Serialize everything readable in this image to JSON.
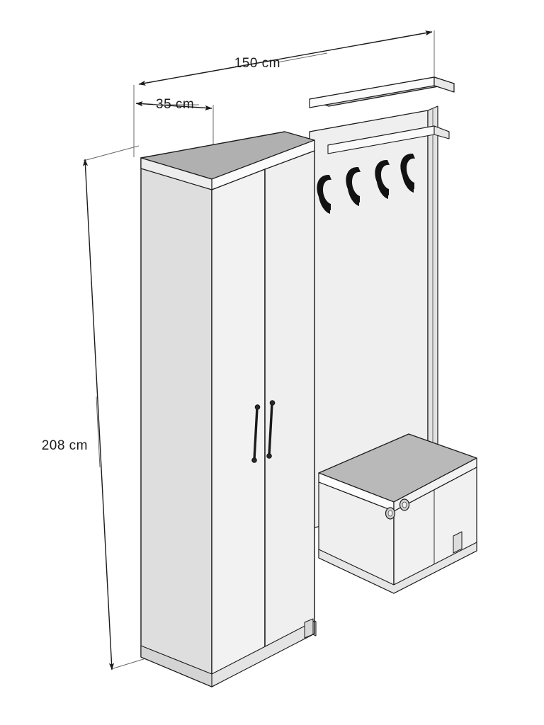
{
  "drawing": {
    "title": "Hallway Wardrobe Unit Dimensioned Isometric Drawing",
    "type": "technical-line-drawing",
    "projection": "isometric",
    "background_color": "#ffffff",
    "line_color": "#1b1b1b"
  },
  "dimensions": {
    "width": {
      "label": "150 cm",
      "value": 150,
      "unit": "cm",
      "axis": "width"
    },
    "depth": {
      "label": "35 cm",
      "value": 35,
      "unit": "cm",
      "axis": "depth"
    },
    "height": {
      "label": "208 cm",
      "value": 208,
      "unit": "cm",
      "axis": "height"
    }
  },
  "palette": {
    "outline": "#1b1b1b",
    "thin_line": "#555555",
    "panel_face": "#ededed",
    "panel_face_light": "#f4f4f4",
    "panel_side": "#dedede",
    "top_surface": "#b3b3b3",
    "top_surface_alt": "#bdbdbd",
    "shelf_top": "#d6d6d6",
    "edge_band": "#ffffff",
    "hook_black": "#111111",
    "handle_dark": "#1a1a1a",
    "knob_fill": "#d2d2d2"
  },
  "parts": {
    "wardrobe": {
      "name": "Two-door wardrobe",
      "doors": 2,
      "handle_style": "vertical-bar",
      "handle_count": 2
    },
    "back_panel": {
      "name": "Back panel with hooks",
      "hook_count": 4,
      "hook_style": "c-hook"
    },
    "upper_shelf": {
      "name": "Upper shelf"
    },
    "top_panel": {
      "name": "Top panel"
    },
    "bench": {
      "name": "Seat bench with cabinet",
      "doors": 2,
      "knob_count": 2,
      "leg_count": 2
    }
  }
}
